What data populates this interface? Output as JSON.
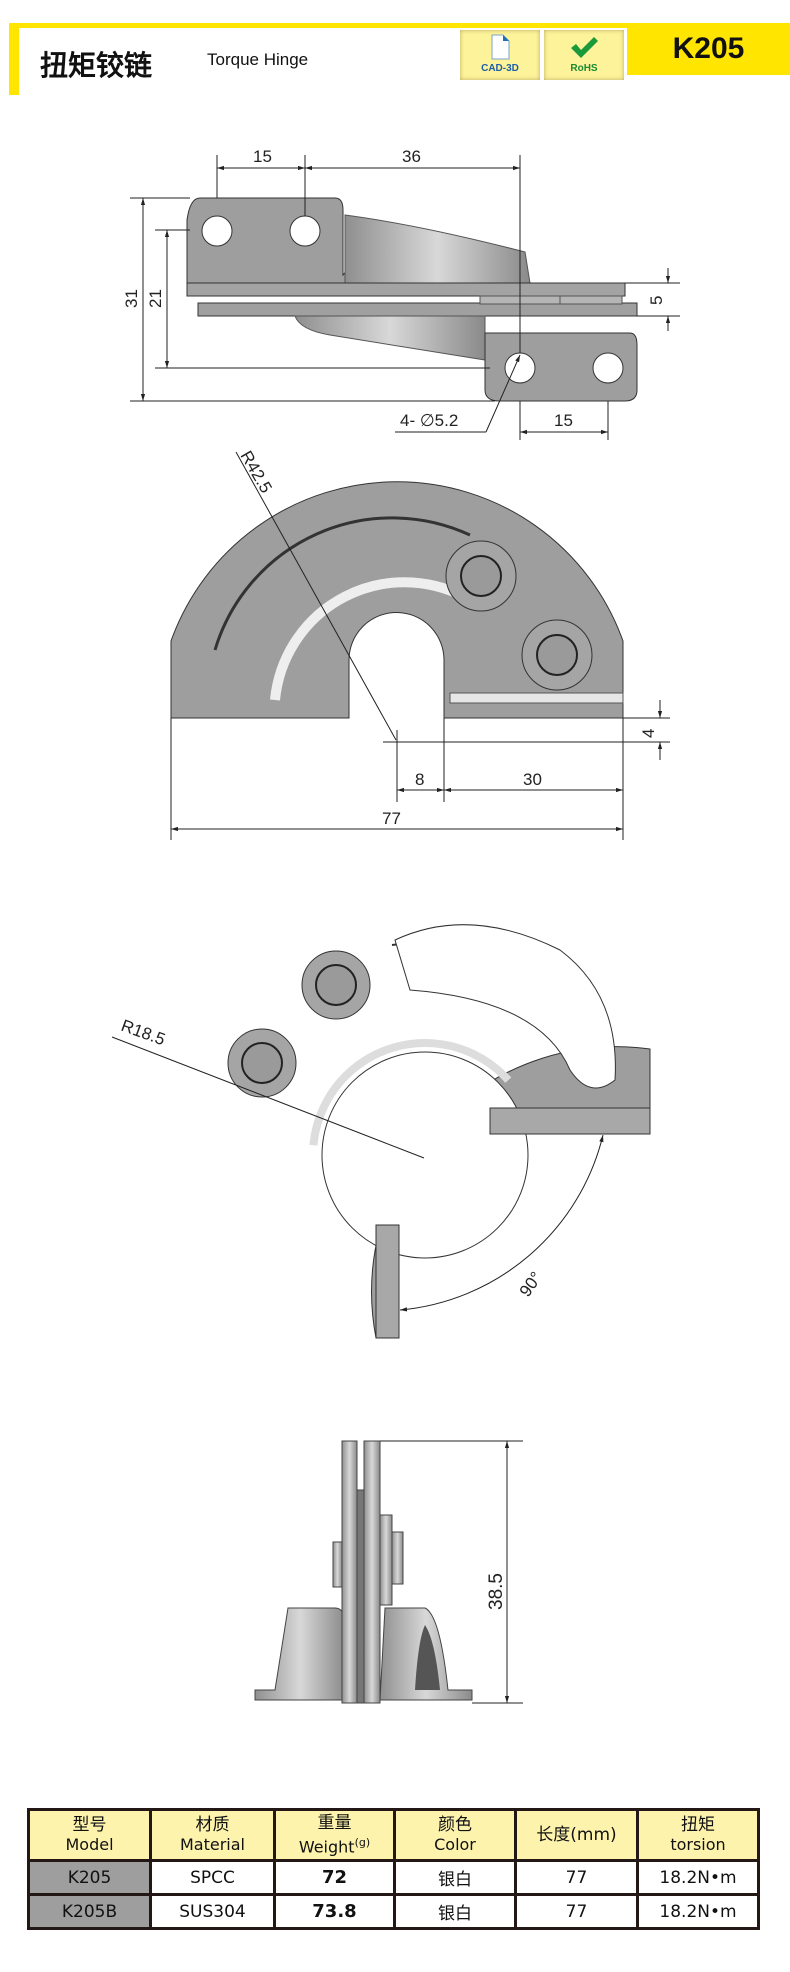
{
  "header": {
    "title_cn": "扭矩铰链",
    "title_en": "Torque Hinge",
    "badges": [
      {
        "label": "CAD-3D",
        "icon": "document-icon"
      },
      {
        "label": "RoHS",
        "icon": "checkmark-icon"
      }
    ],
    "model": "K205",
    "accent_color": "#ffe500"
  },
  "drawings": {
    "top_view": {
      "dim_15_top": "15",
      "dim_36": "36",
      "dim_31": "31",
      "dim_21": "21",
      "dim_5": "5",
      "hole_note": "4- ∅5.2",
      "dim_15_bottom": "15"
    },
    "front_view": {
      "radius": "R42.5",
      "dim_4": "4",
      "dim_8": "8",
      "dim_30": "30",
      "dim_77": "77"
    },
    "open_view": {
      "radius": "R18.5",
      "angle": "90°"
    },
    "side_view": {
      "height": "38.5"
    }
  },
  "table": {
    "headers": [
      {
        "cn": "型号",
        "en": "Model"
      },
      {
        "cn": "材质",
        "en": "Material"
      },
      {
        "cn": "重量",
        "en": "Weight",
        "unit": "(g)"
      },
      {
        "cn": "颜色",
        "en": "Color"
      },
      {
        "cn": "长度(mm)",
        "en": ""
      },
      {
        "cn": "扭矩",
        "en": "torsion"
      }
    ],
    "rows": [
      {
        "model": "K205",
        "material": "SPCC",
        "weight": "72",
        "color": "银白",
        "length": "77",
        "torque": "18.2N•m"
      },
      {
        "model": "K205B",
        "material": "SUS304",
        "weight": "73.8",
        "color": "银白",
        "length": "77",
        "torque": "18.2N•m"
      }
    ]
  }
}
